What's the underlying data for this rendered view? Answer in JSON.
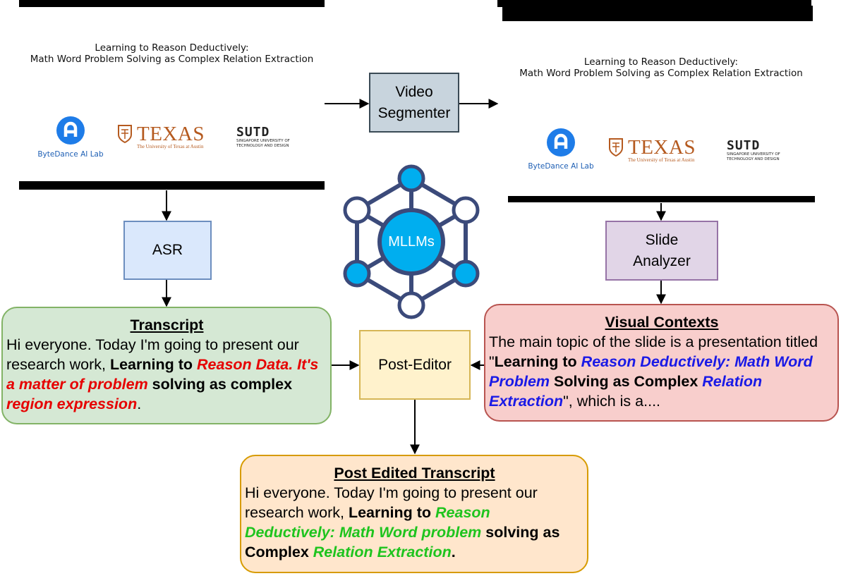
{
  "left_slide": {
    "title_line1": "Learning to Reason Deductively:",
    "title_line2": "Math Word Problem Solving as Complex Relation Extraction",
    "bytedance_label": "ByteDance AI Lab",
    "texas_word": "TEXAS",
    "texas_sub": "The University of Texas at Austin",
    "sutd_word": "SUTD",
    "sutd_sub": "SINGAPORE UNIVERSITY OF\nTECHNOLOGY AND DESIGN"
  },
  "right_slide": {
    "title_line1": "Learning to Reason Deductively:",
    "title_line2": "Math Word Problem Solving as Complex Relation Extraction",
    "bytedance_label": "ByteDance AI Lab",
    "texas_word": "TEXAS",
    "texas_sub": "The University of Texas at Austin",
    "sutd_word": "SUTD",
    "sutd_sub": "SINGAPORE UNIVERSITY OF\nTECHNOLOGY AND DESIGN"
  },
  "nodes": {
    "video_segmenter_line1": "Video",
    "video_segmenter_line2": "Segmenter",
    "asr": "ASR",
    "slide_analyzer_line1": "Slide",
    "slide_analyzer_line2": "Analyzer",
    "mllms": "MLLMs",
    "post_editor": "Post-Editor"
  },
  "transcript": {
    "title": "Transcript",
    "t1": "Hi everyone. Today I'm going to present our research work, ",
    "t2": "Learning to ",
    "t3": "Reason Data. It's a matter of problem",
    "t4": " solving as complex ",
    "t5": "region expression",
    "t6": "."
  },
  "visual_contexts": {
    "title": "Visual Contexts",
    "t1": "The main topic of the slide is a presentation titled \"",
    "t2": "Learning to ",
    "t3": "Reason Deductively: Math Word Problem",
    "t4": " Solving as Complex ",
    "t5": "Relation Extraction",
    "t6": "\", which is a...."
  },
  "post_edited": {
    "title": "Post Edited Transcript",
    "t1": "Hi everyone. Today I'm going to present our research work, ",
    "t2": "Learning to ",
    "t3": "Reason Deductively: Math Word problem",
    "t4": " solving as Complex ",
    "t5": "Relation Extraction",
    "t6": "."
  },
  "colors": {
    "slide_node_fill": "#c8d4dd",
    "asr_fill": "#dae8fc",
    "asr_border": "#6c8ebf",
    "analyzer_fill": "#e1d5e7",
    "analyzer_border": "#9673a6",
    "editor_fill": "#fff2cc",
    "editor_border": "#d6b656",
    "transcript_fill": "#d5e8d4",
    "transcript_border": "#82b366",
    "visual_fill": "#f8cecc",
    "visual_border": "#b85450",
    "post_fill": "#ffe6cc",
    "post_border": "#d79b00",
    "mllm_accent": "#00aeef",
    "mllm_edge": "#3b4a7a"
  }
}
